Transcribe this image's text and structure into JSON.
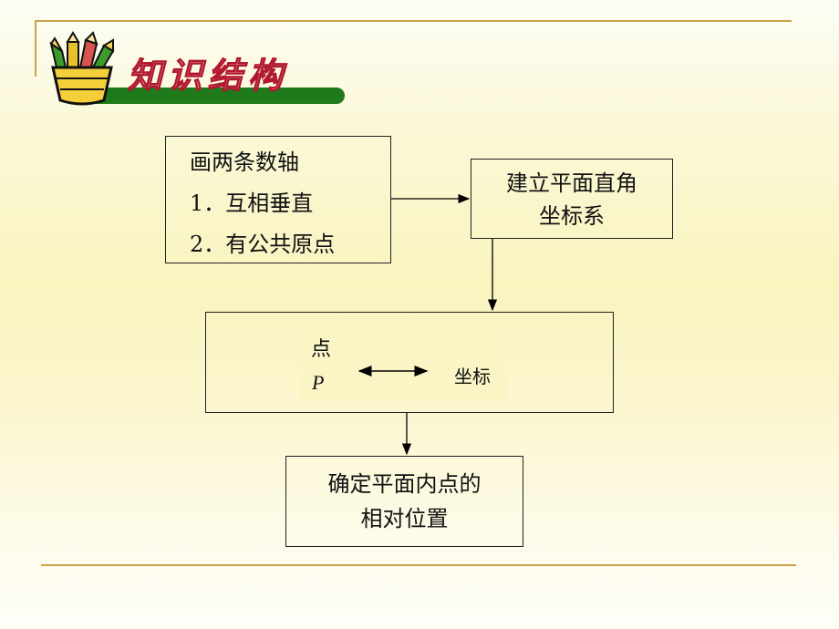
{
  "header": {
    "title": "知识结构",
    "logo_icon": "pencil-cup-icon"
  },
  "colors": {
    "frame_line": "#c9a24a",
    "title_bar": "#1e7a1a",
    "title_fill": "#f0a8b4",
    "title_outline": "#b0182e"
  },
  "diagram": {
    "box_axes": {
      "lines": [
        "画两条数轴",
        "1．互相垂直",
        "2．有公共原点"
      ]
    },
    "box_system": {
      "lines": [
        "建立平面直角",
        "坐标系"
      ]
    },
    "box_point": {
      "point_label": "点",
      "point_symbol": "P",
      "coord_label": "坐标"
    },
    "box_position": {
      "lines": [
        "确定平面内点的",
        "相对位置"
      ]
    }
  }
}
